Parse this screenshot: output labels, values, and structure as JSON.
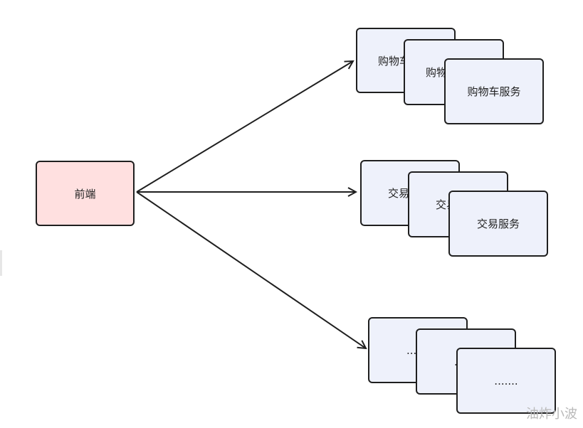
{
  "nodes": {
    "frontend": "前端",
    "cart_services": [
      "购物车服务",
      "购物车服务",
      "购物车服务"
    ],
    "trade_services": [
      "交易服务",
      "交易服务",
      "交易服务"
    ],
    "other_services": [
      "........",
      "........",
      "......."
    ]
  },
  "watermark": "油炸小波",
  "colors": {
    "frontend_fill": "#ffe0e0",
    "service_fill": "#eef1fb",
    "stroke": "#1f1f1f"
  }
}
